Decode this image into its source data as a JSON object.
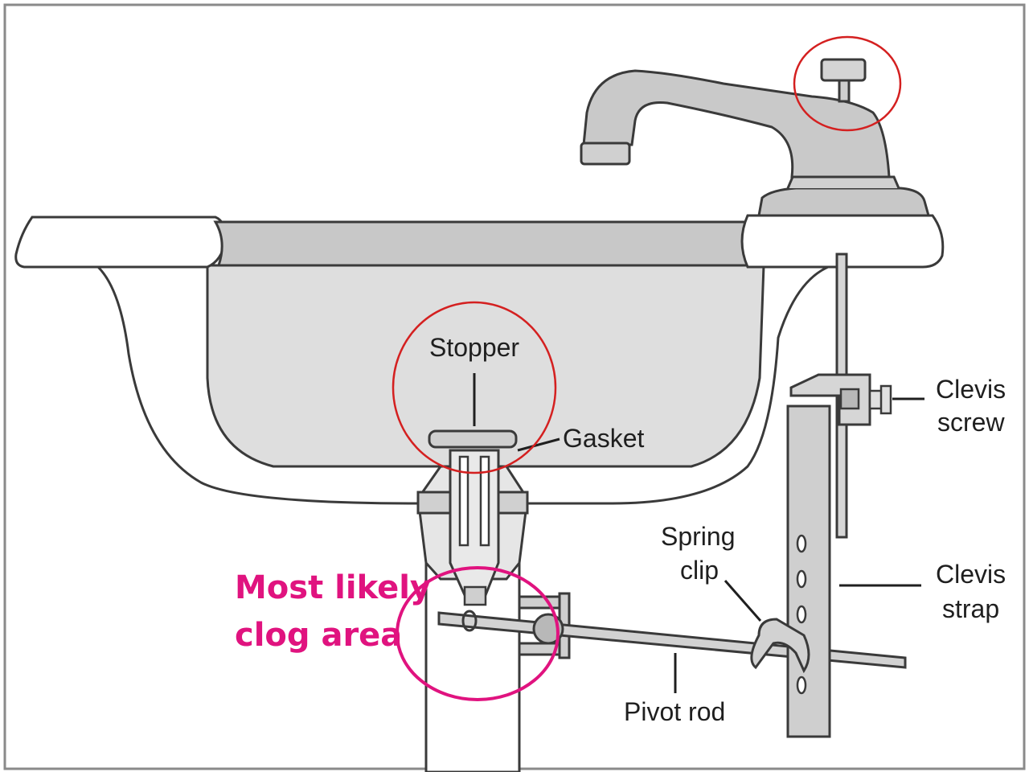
{
  "labels": {
    "stopper": "Stopper",
    "gasket": "Gasket",
    "clevis_screw_l1": "Clevis",
    "clevis_screw_l2": "screw",
    "spring_clip_l1": "Spring",
    "spring_clip_l2": "clip",
    "clevis_strap_l1": "Clevis",
    "clevis_strap_l2": "strap",
    "pivot_rod": "Pivot rod"
  },
  "annotation": {
    "line1": "Most likely",
    "line2": "clog area"
  },
  "colors": {
    "background": "#ffffff",
    "metal": "#cfcfcf",
    "metal_dark": "#b8b8b8",
    "outline": "#3a3a3a",
    "red_circle": "#d42020",
    "magenta": "#e0137f",
    "label_text": "#1f1f1f"
  }
}
